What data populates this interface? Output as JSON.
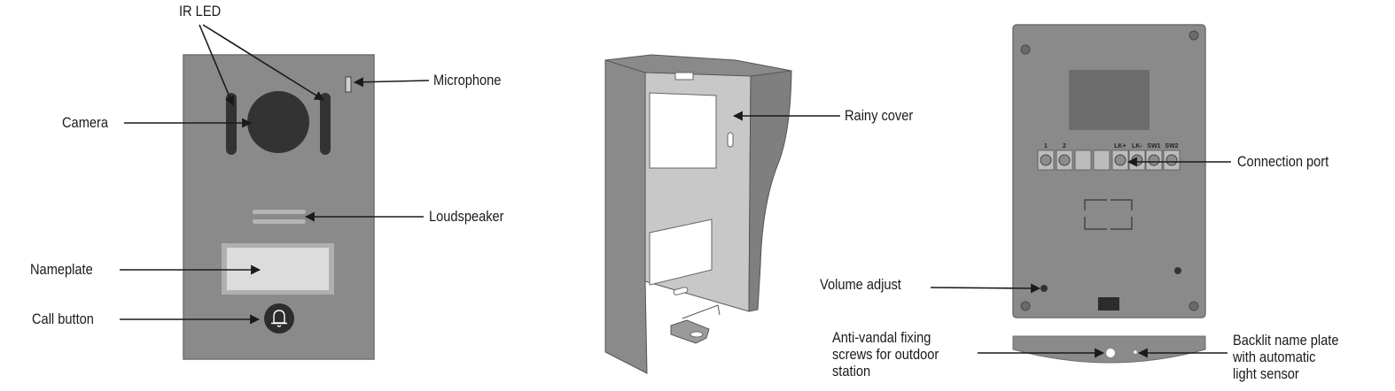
{
  "labels": {
    "ir_led": "IR LED",
    "microphone": "Microphone",
    "camera": "Camera",
    "loudspeaker": "Loudspeaker",
    "nameplate": "Nameplate",
    "call_button": "Call button",
    "rainy_cover": "Rainy cover",
    "connection_port": "Connection port",
    "volume_adjust": "Volume adjust",
    "anti_vandal_1": "Anti-vandal fixing",
    "anti_vandal_2": "screws for outdoor",
    "anti_vandal_3": "station",
    "backlit_1": "Backlit name plate",
    "backlit_2": "with automatic",
    "backlit_3": "light sensor"
  },
  "ports": [
    "1",
    "2",
    "LK+",
    "LK-",
    "SW1",
    "SW2"
  ],
  "colors": {
    "panel": "#8a8a8a",
    "panel_edge": "#6e6e6e",
    "dark": "#333333",
    "cover_light": "#c8c8c8",
    "cover_dark": "#7a7a7a",
    "arrow": "#1a1a1a"
  },
  "icons": {
    "call_button": "bell-icon"
  }
}
